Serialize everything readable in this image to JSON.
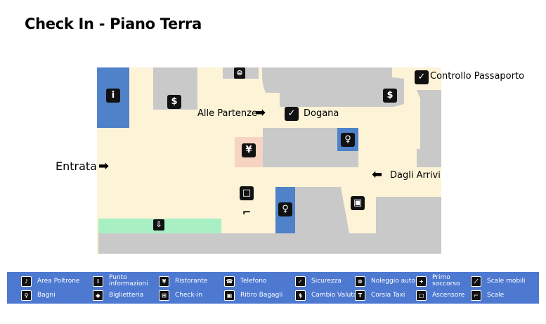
{
  "title": "Check In - Piano Terra",
  "labels": {
    "entrata": "Entrata",
    "alle_partenze": "Alle Partenze",
    "dogana": "Dogana",
    "controllo_passaporto": "Controllo Passaporto",
    "dagli_arrivi": "Dagli Arrivi"
  },
  "colors": {
    "floor": "#fdf3d7",
    "building": "#c9c9c9",
    "toilets": "#4f82c9",
    "info": "#4f82c9",
    "restaurant": "#f6d3c2",
    "green_zone": "#a8f0c4",
    "legend_bg": "#4e79d1"
  },
  "map_icons": {
    "info": "i",
    "cambio_valuta": "$",
    "noleggio_auto": "car",
    "ristorante": "cutlery",
    "telefono": "phone",
    "scale": "stairs",
    "bagni": "wc",
    "ritiro_bagagli": "luggage",
    "ascensore": "elevator",
    "sicurezza": "security"
  },
  "legend": [
    {
      "icon": "seat-icon",
      "glyph": "♪",
      "label": "Area Poltrone"
    },
    {
      "icon": "info-icon",
      "glyph": "i",
      "label": "Punto informazioni"
    },
    {
      "icon": "cutlery-icon",
      "glyph": "¥",
      "label": "Ristorante"
    },
    {
      "icon": "phone-icon",
      "glyph": "☎",
      "label": "Telefono"
    },
    {
      "icon": "security-icon",
      "glyph": "✓",
      "label": "Sicurezza"
    },
    {
      "icon": "car-icon",
      "glyph": "⊜",
      "label": "Noleggio auto"
    },
    {
      "icon": "first-aid-icon",
      "glyph": "+",
      "label": "Primo soccorso"
    },
    {
      "icon": "escalator-icon",
      "glyph": "⟋",
      "label": "Scale mobili"
    },
    {
      "icon": "wc-icon",
      "glyph": "♀",
      "label": "Bagni"
    },
    {
      "icon": "ticket-icon",
      "glyph": "◆",
      "label": "Biglietteria"
    },
    {
      "icon": "checkin-icon",
      "glyph": "⊞",
      "label": "Check-in"
    },
    {
      "icon": "baggage-icon",
      "glyph": "▣",
      "label": "Ritiro Bagagli"
    },
    {
      "icon": "exchange-icon",
      "glyph": "$",
      "label": "Cambio Valuta"
    },
    {
      "icon": "taxi-icon",
      "glyph": "T",
      "label": "Corsia Taxi"
    },
    {
      "icon": "elevator-icon",
      "glyph": "□",
      "label": "Ascensore"
    },
    {
      "icon": "stairs-icon",
      "glyph": "⌐",
      "label": "Scale"
    }
  ]
}
